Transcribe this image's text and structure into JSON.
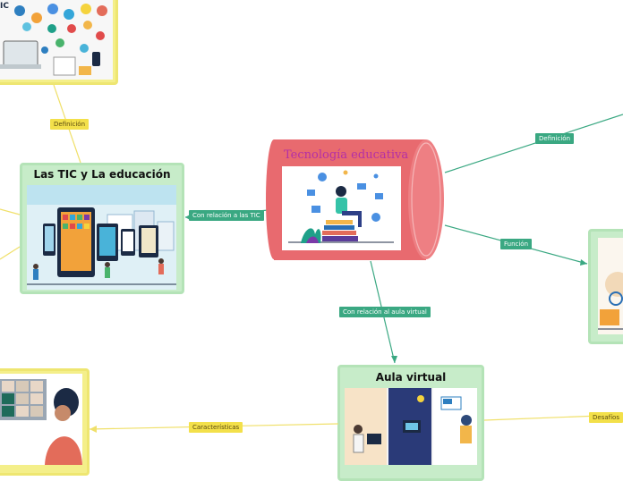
{
  "central": {
    "title": "Tecnología educativa",
    "color": "#e86a6f"
  },
  "nodes": {
    "tic": {
      "title": "Las TIC y La educación"
    },
    "aula": {
      "title": "Aula virtual"
    },
    "top_left_partial": {
      "text": "IC"
    }
  },
  "edges": {
    "definicion_left": "Definición",
    "con_relacion_tic": "Con relación a las TIC",
    "definicion_right": "Definición",
    "funcion": "Función",
    "con_relacion_aula": "Con relación al aula virtual",
    "caracteristicas": "Características",
    "desafios": "Desafíos"
  },
  "colors": {
    "green_label": "#3aa882",
    "yellow_label": "#f3e04a",
    "green_node": "#c7ecc9",
    "yellow_node": "#f4ef8a"
  }
}
